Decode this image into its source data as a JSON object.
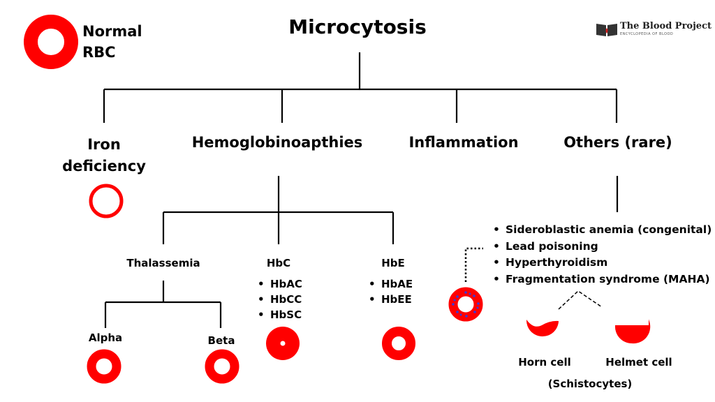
{
  "title": "Microcytosis",
  "legend": {
    "line1": "Normal",
    "line2": "RBC"
  },
  "logo": {
    "name": "The Blood Project",
    "tagline": "ENCYCLOPEDIA OF BLOOD"
  },
  "categories": {
    "iron_line1": "Iron",
    "iron_line2": "deficiency",
    "hemo": "Hemoglobinoapthies",
    "inflammation": "Inflammation",
    "others": "Others (rare)"
  },
  "hemo_sub": {
    "thal": "Thalassemia",
    "hbc": "HbC",
    "hbe": "HbE",
    "hbc_items": [
      "HbAC",
      "HbCC",
      "HbSC"
    ],
    "hbe_items": [
      "HbAE",
      "HbEE"
    ],
    "alpha": "Alpha",
    "beta": "Beta"
  },
  "others_list": [
    "Sideroblastic anemia (congenital)",
    "Lead poisoning",
    "Hyperthyroidism",
    "Fragmentation syndrome (MAHA)"
  ],
  "schisto": {
    "horn": "Horn cell",
    "helmet": "Helmet cell",
    "group": "(Schistocytes)"
  },
  "colors": {
    "rbc": "#ff0000",
    "stipple": "#3a3ad8",
    "line": "#000000"
  }
}
